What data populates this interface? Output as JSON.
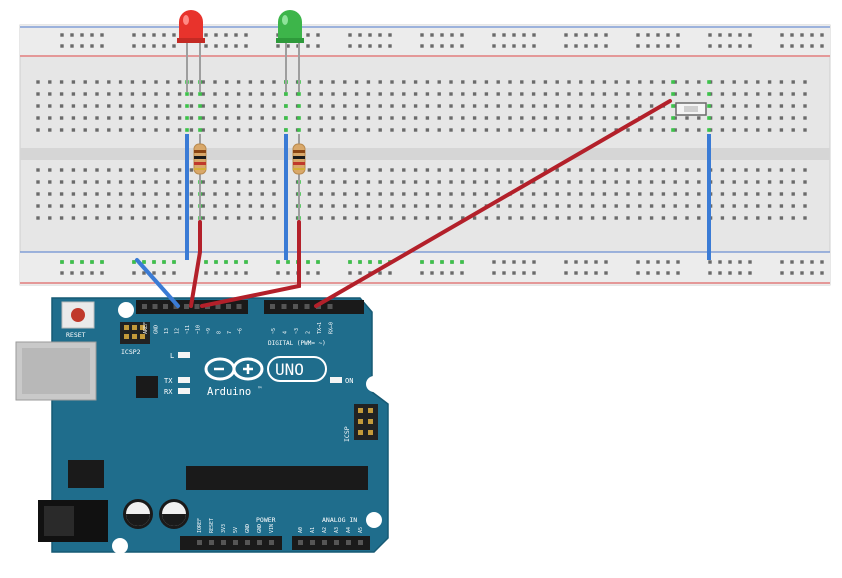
{
  "board": {
    "brand_name": "Arduino",
    "model_name": "UNO",
    "trademark": "™",
    "reset_label": "RESET",
    "icsp2_label": "ICSP2",
    "icsp_label": "ICSP",
    "led_l_label": "L",
    "led_tx_label": "TX",
    "led_rx_label": "RX",
    "on_label": "ON",
    "digital_label": "DIGITAL (PWM= ~)",
    "power_label": "POWER",
    "analog_label": "ANALOG IN",
    "digital_pins": [
      "AREF",
      "GND",
      "13",
      "12",
      "~11",
      "~10",
      "~9",
      "8",
      "7",
      "~6",
      "~5",
      "4",
      "~3",
      "2",
      "TX→1",
      "RX←0"
    ],
    "power_pins": [
      "IOREF",
      "RESET",
      "3V3",
      "5V",
      "GND",
      "GND",
      "VIN"
    ],
    "analog_pins": [
      "A0",
      "A1",
      "A2",
      "A3",
      "A4",
      "A5"
    ]
  },
  "components": {
    "led_red_color": "#e8332c",
    "led_green_color": "#3db54a",
    "resistor_color": "#d9a86a",
    "wire_red_color": "#b3202a",
    "wire_blue_color": "#3a7bd5",
    "board_color": "#1f6d8c",
    "breadboard_color": "#e9e9e9"
  }
}
